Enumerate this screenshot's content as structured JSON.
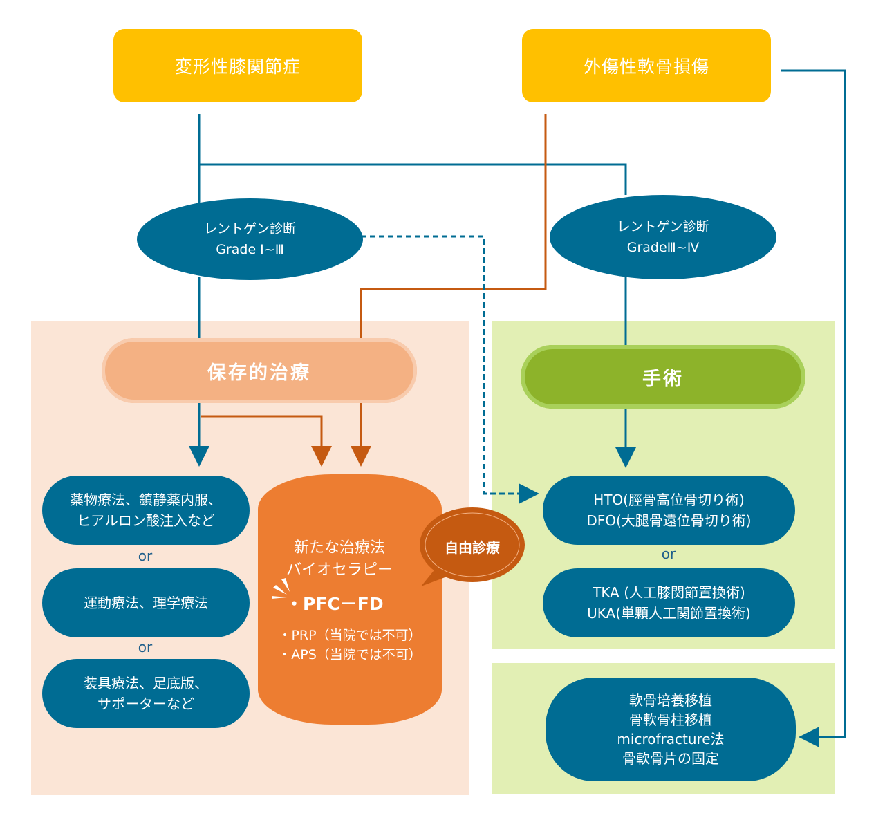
{
  "colors": {
    "teal": "#006C93",
    "orange_line": "#C55A11",
    "yellow": "#FFC000",
    "conservative_bg": "#FBE5D6",
    "surgery_bg": "#E2EFB4",
    "conservative_pill": "#F4B183",
    "surgery_pill": "#8DB32A",
    "bio_orange": "#ED7D31",
    "bubble": "#C55A11"
  },
  "sources": {
    "oa": "変形性膝関節症",
    "trauma": "外傷性軟骨損傷"
  },
  "diagnosis": {
    "left": {
      "title": "レントゲン診断",
      "grade": "Grade Ⅰ~Ⅲ"
    },
    "right": {
      "title": "レントゲン診断",
      "grade": "GradeⅢ~Ⅳ"
    }
  },
  "conservative": {
    "label": "保存的治療",
    "options": [
      {
        "line1": "薬物療法、鎮静薬内服、",
        "line2": "ヒアルロン酸注入など"
      },
      {
        "line1": "運動療法、理学療法",
        "line2": ""
      },
      {
        "line1": "装具療法、足底版、",
        "line2": "サポーターなど"
      }
    ],
    "or_label": "or"
  },
  "biotherapy": {
    "line1": "新たな治療法",
    "line2": "バイオセラピー",
    "highlight": "・PFC－FD",
    "items": [
      "・PRP（当院では不可）",
      "・APS（当院では不可）"
    ],
    "badge": "自由診療"
  },
  "surgery": {
    "label": "手術",
    "options": [
      {
        "line1": "HTO(脛骨高位骨切り術)",
        "line2": "DFO(大腿骨遠位骨切り術)"
      },
      {
        "line1": "TKA (人工膝関節置換術)",
        "line2": "UKA(単顆人工関節置換術)"
      }
    ],
    "or_label": "or"
  },
  "cartilage": {
    "lines": [
      "軟骨培養移植",
      "骨軟骨柱移植",
      "microfracture法",
      "骨軟骨片の固定"
    ]
  }
}
